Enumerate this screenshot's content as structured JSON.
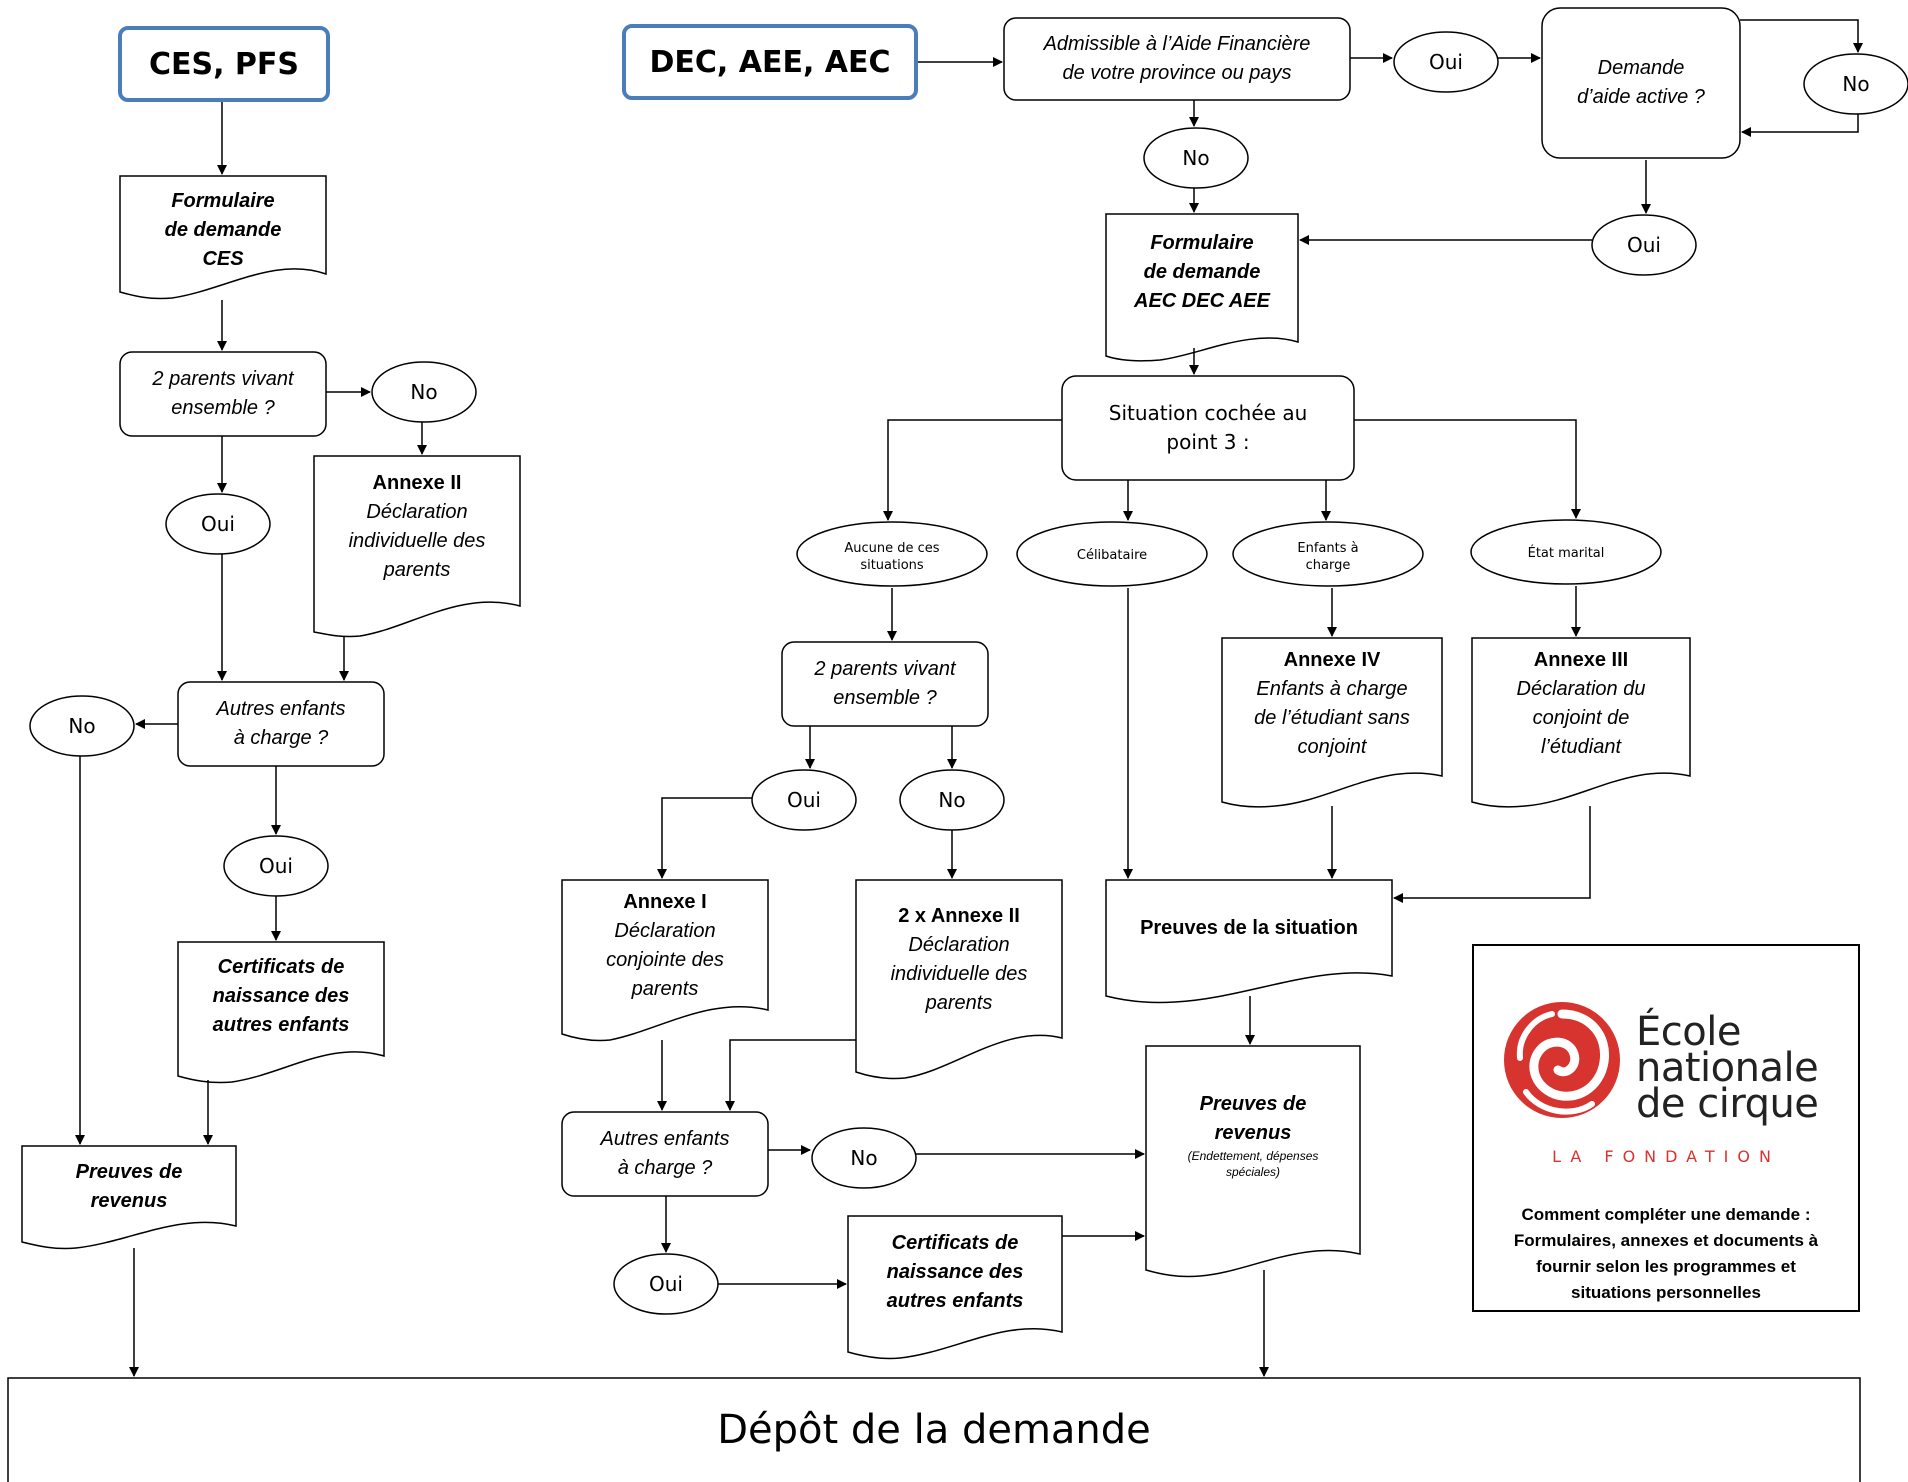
{
  "headers": {
    "left": "CES, PFS",
    "right": "DEC, AEE, AEC"
  },
  "answers": {
    "oui": "Oui",
    "no": "No"
  },
  "left": {
    "form": [
      "Formulaire",
      "de demande",
      "CES"
    ],
    "q_parents": [
      "2 parents vivant",
      "ensemble ?"
    ],
    "annexe2": {
      "title": "Annexe II",
      "desc": [
        "Déclaration",
        "individuelle des",
        "parents"
      ]
    },
    "q_enfants": [
      "Autres enfants",
      "à charge ?"
    ],
    "certificats": [
      "Certificats de",
      "naissance des",
      "autres enfants"
    ],
    "preuves": [
      "Preuves de",
      "revenus"
    ]
  },
  "right": {
    "q_admissible": [
      "Admissible à l’Aide Financière",
      "de votre province ou pays"
    ],
    "q_demande": [
      "Demande",
      "d’aide active ?"
    ],
    "form": [
      "Formulaire",
      "de demande",
      "AEC DEC AEE"
    ],
    "situation": [
      "Situation cochée au",
      "point 3 :"
    ],
    "opt_aucune": [
      "Aucune de ces",
      "situations"
    ],
    "opt_celibataire": "Célibataire",
    "opt_enfants": [
      "Enfants à",
      "charge"
    ],
    "opt_etat": "État marital",
    "q_parents": [
      "2 parents vivant",
      "ensemble ?"
    ],
    "annexe1": {
      "title": "Annexe I",
      "desc": [
        "Déclaration",
        "conjointe des",
        "parents"
      ]
    },
    "annexe2x2": {
      "title": "2 x Annexe II",
      "desc": [
        "Déclaration",
        "individuelle des",
        "parents"
      ]
    },
    "annexe4": {
      "title": "Annexe IV",
      "desc": [
        "Enfants à charge",
        "de l’étudiant sans",
        "conjoint"
      ]
    },
    "annexe3": {
      "title": "Annexe III",
      "desc": [
        "Déclaration du",
        "conjoint de",
        "l’étudiant"
      ]
    },
    "preuves_situation": "Preuves de la situation",
    "q_enfants": [
      "Autres enfants",
      "à charge ?"
    ],
    "certificats": [
      "Certificats de",
      "naissance des",
      "autres enfants"
    ],
    "preuves_revenus": {
      "title": [
        "Preuves de",
        "revenus"
      ],
      "note": [
        "(Endettement, dépenses",
        "spéciales)"
      ]
    }
  },
  "final": "Dépôt de la demande",
  "logo": {
    "name": [
      "École",
      "nationale",
      "de cirque"
    ],
    "sub": "LA FONDATION",
    "caption": [
      "Comment compléter une demande :",
      "Formulaires, annexes et documents à",
      "fournir selon les programmes et",
      "situations personnelles"
    ]
  },
  "colors": {
    "header_border": "#4a7ebb",
    "logo_red": "#d7332f",
    "lines": "#000000"
  }
}
